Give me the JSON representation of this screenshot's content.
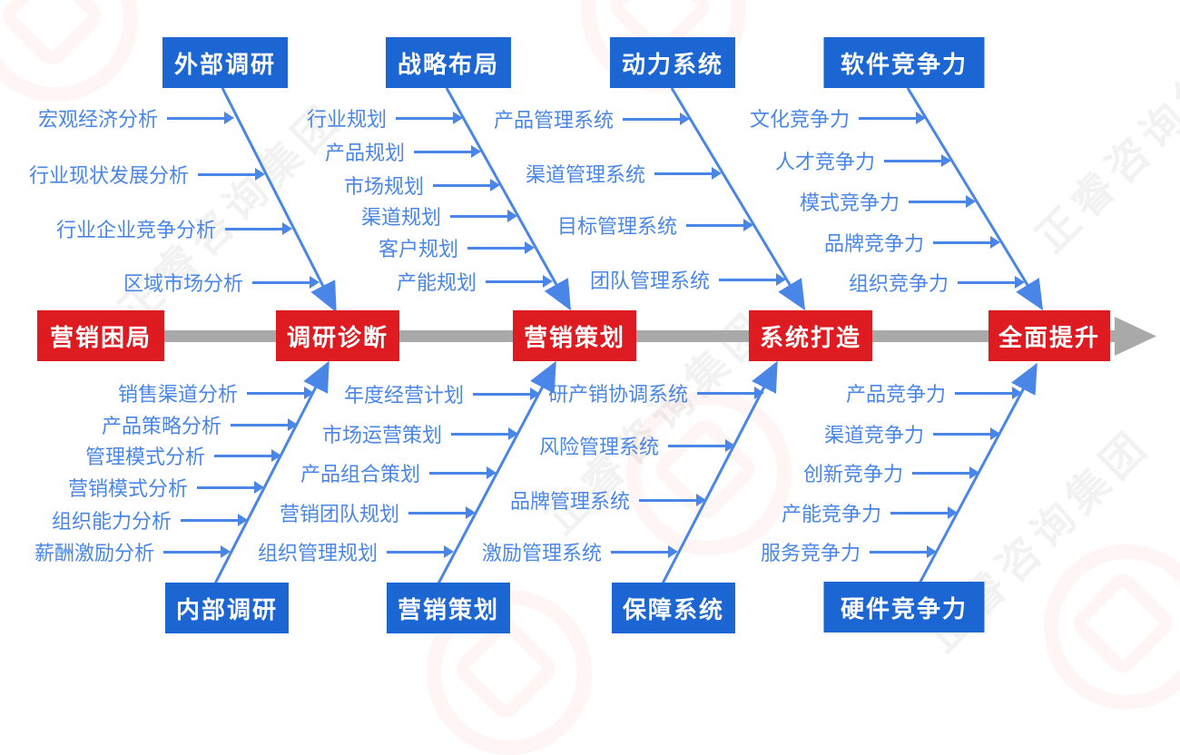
{
  "diagram": {
    "title_hint": "fishbone-marketing-improvement",
    "spine": {
      "stages": [
        "营销困局",
        "调研诊断",
        "营销策划",
        "系统打造",
        "全面提升"
      ]
    },
    "fins": [
      {
        "side": "top",
        "header": "外部调研",
        "items": [
          "宏观经济分析",
          "行业现状发展分析",
          "行业企业竞争分析",
          "区域市场分析"
        ]
      },
      {
        "side": "top",
        "header": "战略布局",
        "items": [
          "行业规划",
          "产品规划",
          "市场规划",
          "渠道规划",
          "客户规划",
          "产能规划"
        ]
      },
      {
        "side": "top",
        "header": "动力系统",
        "items": [
          "产品管理系统",
          "渠道管理系统",
          "目标管理系统",
          "团队管理系统"
        ]
      },
      {
        "side": "top",
        "header": "软件竞争力",
        "items": [
          "文化竞争力",
          "人才竞争力",
          "模式竞争力",
          "品牌竞争力",
          "组织竞争力"
        ]
      },
      {
        "side": "bottom",
        "header": "内部调研",
        "items": [
          "销售渠道分析",
          "产品策略分析",
          "管理模式分析",
          "营销模式分析",
          "组织能力分析",
          "薪酬激励分析"
        ]
      },
      {
        "side": "bottom",
        "header": "营销策划",
        "items": [
          "年度经营计划",
          "市场运营策划",
          "产品组合策划",
          "营销团队规划",
          "组织管理规划"
        ]
      },
      {
        "side": "bottom",
        "header": "保障系统",
        "items": [
          "研产销协调系统",
          "风险管理系统",
          "品牌管理系统",
          "激励管理系统"
        ]
      },
      {
        "side": "bottom",
        "header": "硬件竞争力",
        "items": [
          "产品竞争力",
          "渠道竞争力",
          "创新竞争力",
          "产能竞争力",
          "服务竞争力"
        ]
      }
    ],
    "watermark": {
      "text": "正睿咨询集团"
    },
    "colors": {
      "stage_red": "#dd1b21",
      "header_blue": "#1c66d4",
      "branch_blue": "#4a86e8",
      "spine_gray": "#a9a9a9"
    }
  }
}
